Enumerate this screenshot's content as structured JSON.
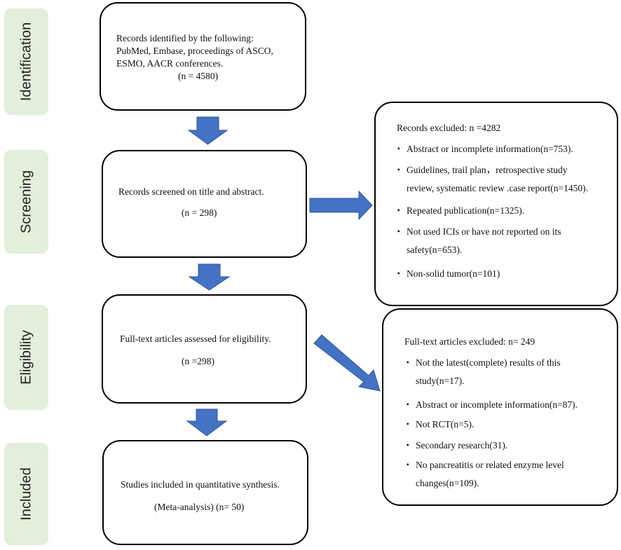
{
  "stages": [
    "Identification",
    "Screening",
    "Eligibility",
    "Included"
  ],
  "boxes": {
    "identified": {
      "lines": [
        "Records identified by the following:",
        "PubMed, Embase, proceedings of ASCO,",
        "ESMO, AACR conferences."
      ],
      "count": "(n = 4580)"
    },
    "screened": {
      "title": "Records screened on title and abstract.",
      "count": "(n = 298)"
    },
    "assessed": {
      "title": "Full-text articles assessed for eligibility.",
      "count": "(n =298)"
    },
    "included": {
      "title": "Studies included in quantitative synthesis.",
      "count": "(Meta-analysis) (n= 50)"
    },
    "records_excluded": {
      "title": "Records excluded: n =4282",
      "bullet": "・",
      "items": [
        "Abstract or incomplete information(n=753).",
        "Guidelines, trail plan，retrospective study",
        "review, systematic review .case report(n=1450).",
        "Repeated publication(n=1325).",
        "Not used ICIs or have not reported on its",
        "safety(n=653).",
        "Non-solid tumor(n=101)"
      ]
    },
    "fulltext_excluded": {
      "title": "Full-text articles excluded: n= 249",
      "bullet": "・",
      "items": [
        "Not the latest(complete) results of this",
        "study(n=17).",
        "Abstract or incomplete information(n=87).",
        "Not RCT(n=5).",
        "Secondary research(31).",
        "No pancreatitis or related enzyme level",
        "changes(n=109)."
      ]
    }
  },
  "colors": {
    "stage_bg": "#e2efda",
    "arrow": "#4472c4",
    "border": "#000000"
  }
}
